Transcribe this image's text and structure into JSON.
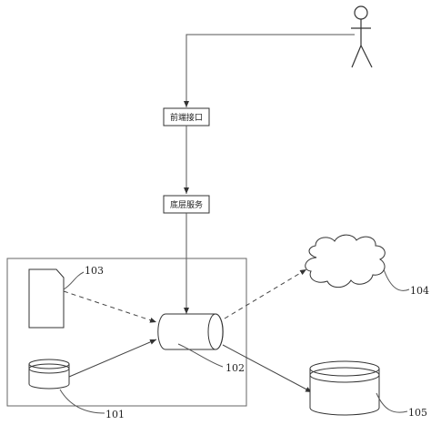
{
  "nodes": {
    "frontend": {
      "label": "前端接口"
    },
    "backend": {
      "label": "底层服务"
    }
  },
  "refs": {
    "r101": "101",
    "r102": "102",
    "r103": "103",
    "r104": "104",
    "r105": "105"
  },
  "icons": {
    "actor": "stick-figure-user",
    "document": "document-icon",
    "small_db": "database-icon",
    "pipe": "pipe-icon",
    "cloud": "cloud-icon",
    "large_db": "database-icon"
  },
  "colors": {
    "stroke": "#333333",
    "background": "#ffffff"
  }
}
